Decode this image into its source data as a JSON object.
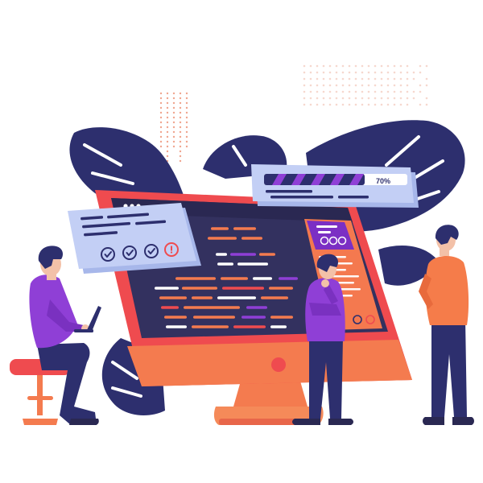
{
  "progress_panel": {
    "percent_label": "70%",
    "fill_fraction": 0.7
  },
  "checklist_panel": {
    "checks": [
      "check",
      "check",
      "check",
      "alert"
    ]
  },
  "colors": {
    "navy": "#2d2f6e",
    "monitor_red": "#ef4b4f",
    "monitor_orange": "#f47b4f",
    "screen_dark": "#33315f",
    "panel_blue": "#b9c6f2",
    "purple": "#8f3fd6",
    "orange_person": "#f57c4a",
    "dots": "#f0a58f"
  },
  "icons": {
    "check": "check-circle-icon",
    "alert": "alert-circle-icon"
  }
}
